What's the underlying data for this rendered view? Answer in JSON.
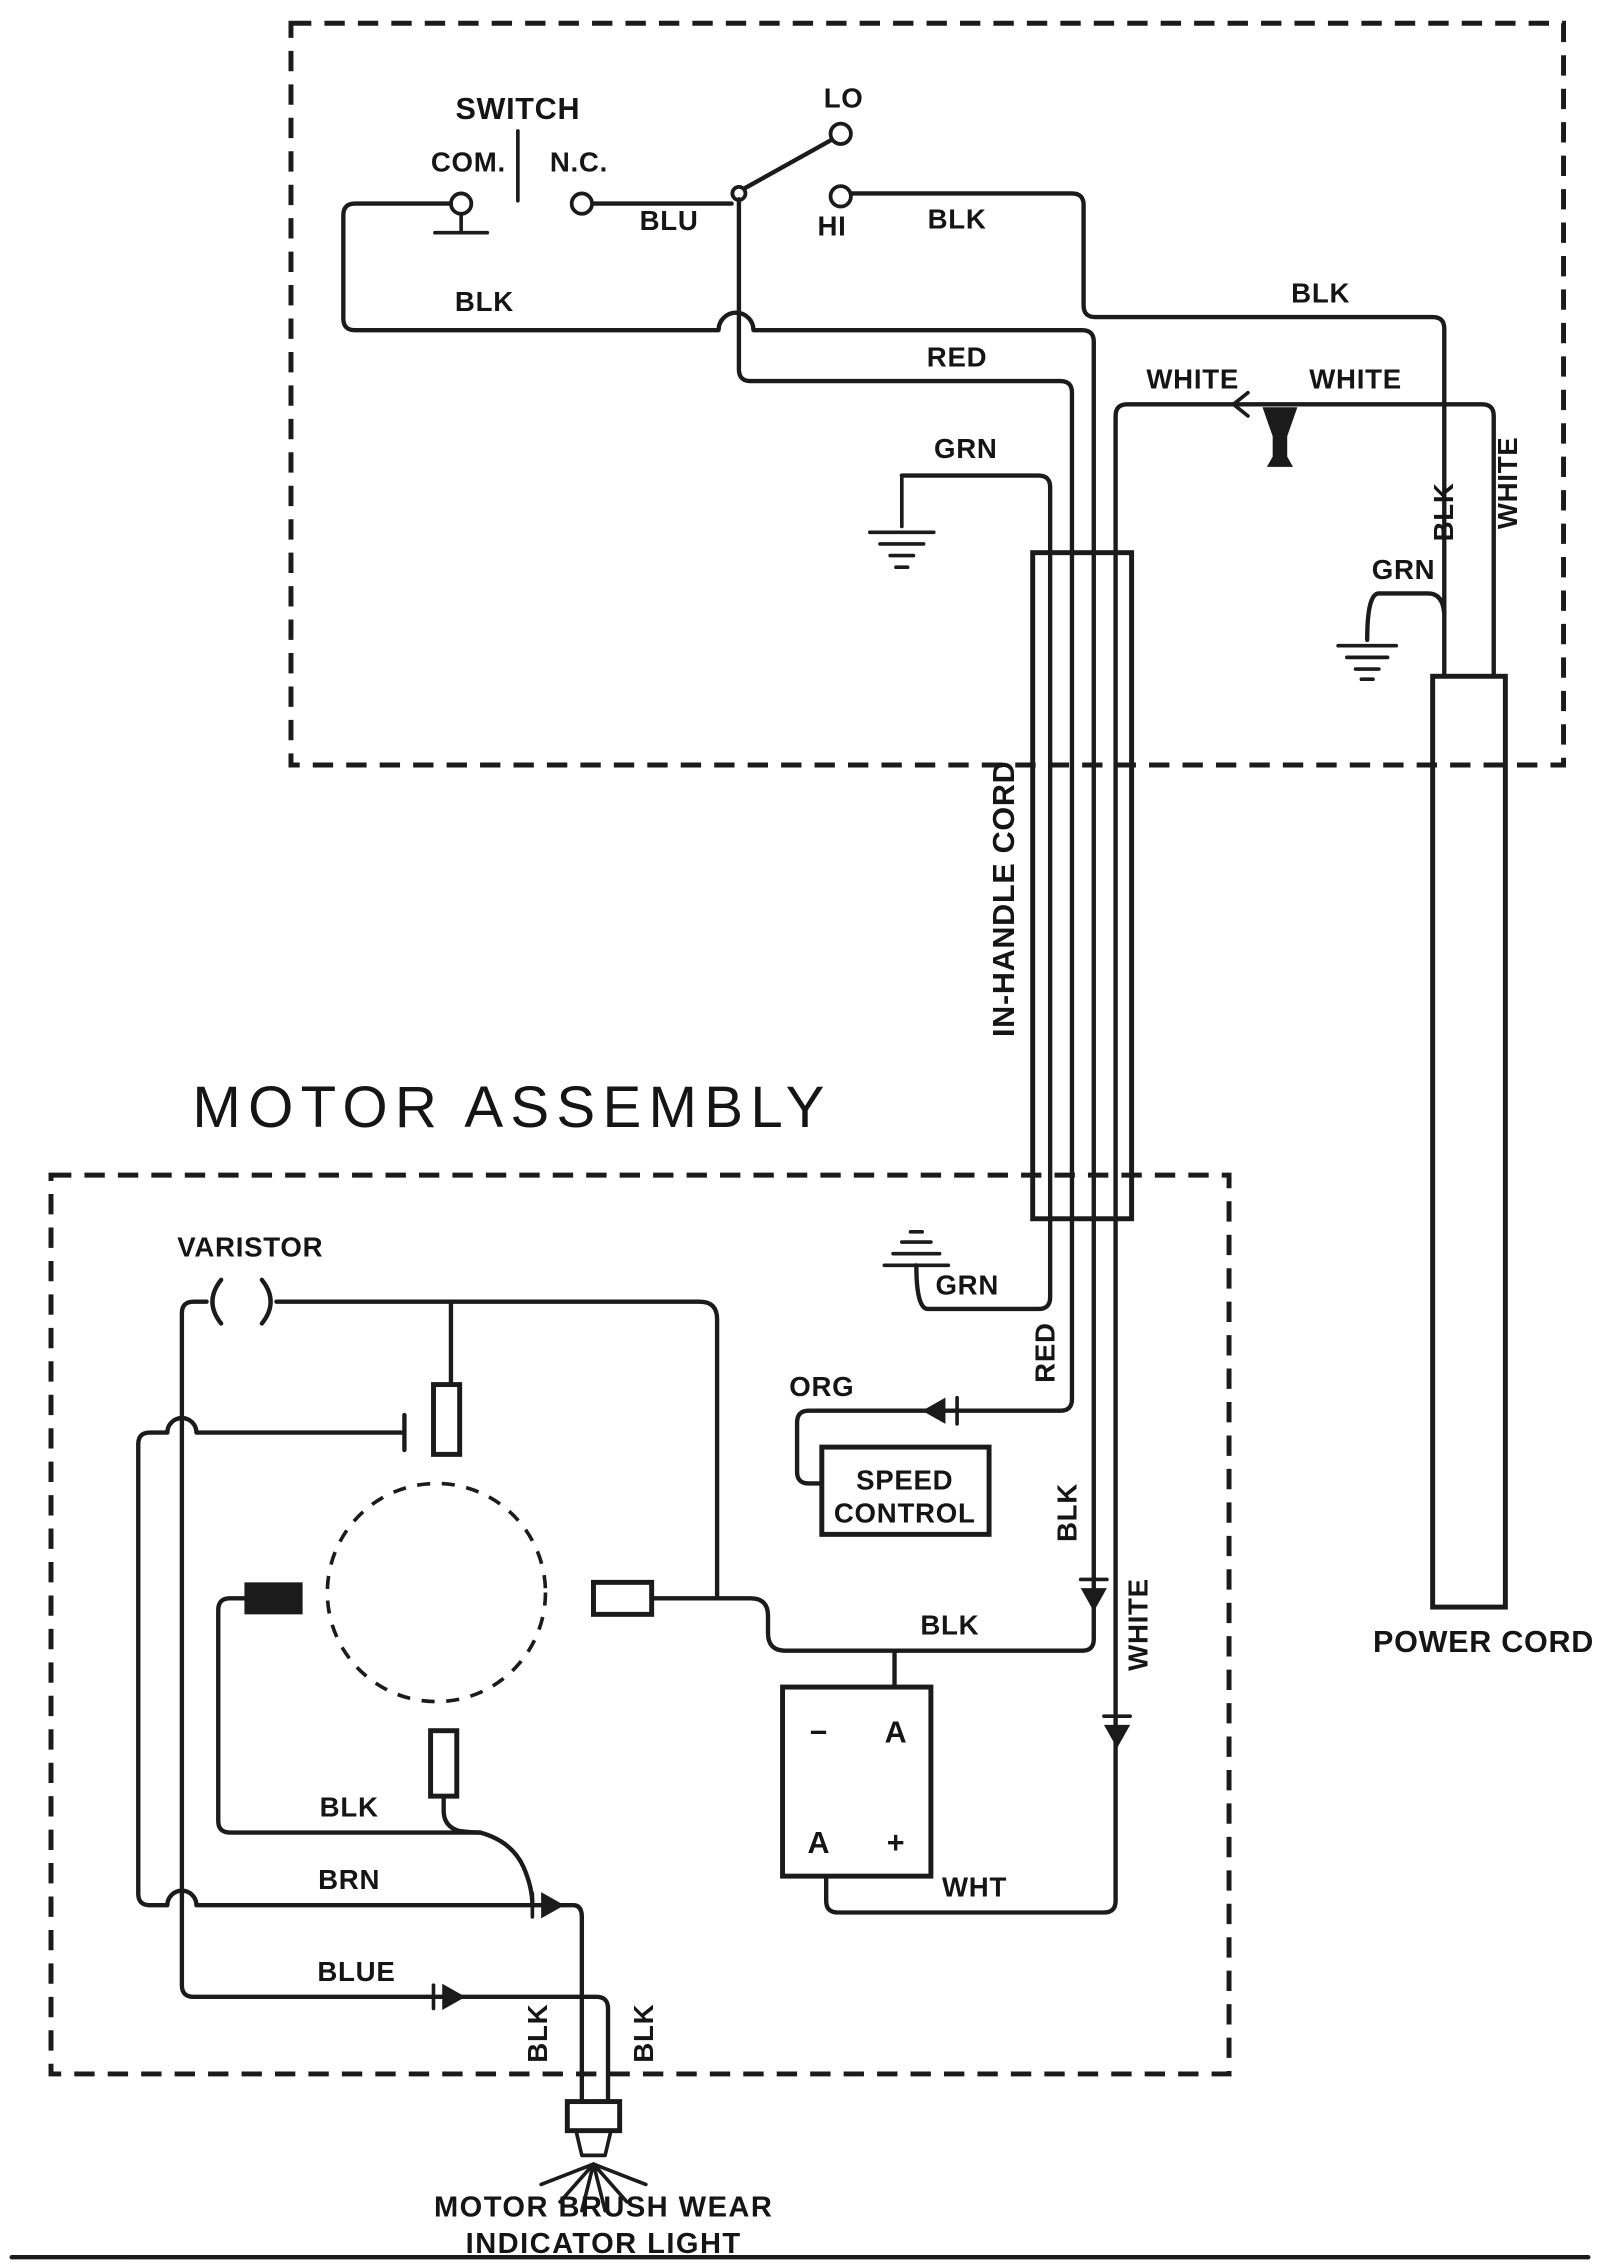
{
  "switch": {
    "title": "SWITCH",
    "com": "COM.",
    "nc": "N.C.",
    "lo": "LO",
    "hi": "HI"
  },
  "cords": {
    "in_handle": "IN-HANDLE CORD",
    "power": "POWER CORD"
  },
  "motor": {
    "title": "MOTOR ASSEMBLY",
    "varistor": "VARISTOR",
    "speed_control_1": "SPEED",
    "speed_control_2": "CONTROL",
    "rectifier": {
      "tl": "−",
      "tr": "A",
      "bl": "A",
      "br": "+"
    },
    "indicator_1": "MOTOR BRUSH WEAR",
    "indicator_2": "INDICATOR LIGHT"
  },
  "wires": {
    "blu": "BLU",
    "blk_hi": "BLK",
    "blk_com": "BLK",
    "blk_to_power": "BLK",
    "red_top": "RED",
    "white_1": "WHITE",
    "white_2": "WHITE",
    "grn_top": "GRN",
    "blk_power_vert": "BLK",
    "white_power_vert": "WHITE",
    "grn_power": "GRN",
    "grn_motor": "GRN",
    "red_down": "RED",
    "org": "ORG",
    "blk_down": "BLK",
    "white_down": "WHITE",
    "blk_rect": "BLK",
    "wht_rect": "WHT",
    "blk_brush": "BLK",
    "brn": "BRN",
    "blue": "BLUE",
    "blk_lamp_l": "BLK",
    "blk_lamp_r": "BLK"
  }
}
